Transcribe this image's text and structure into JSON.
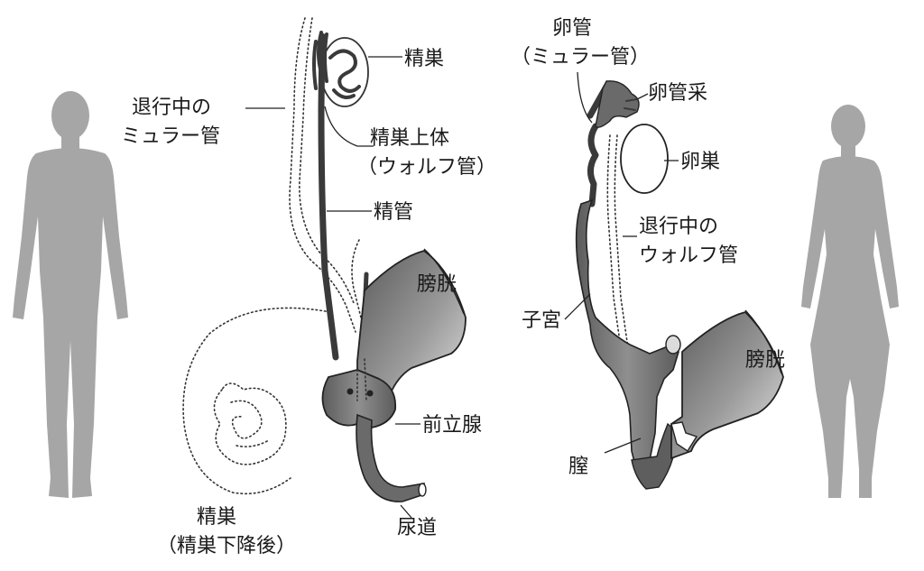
{
  "labels": {
    "testis": "精巣",
    "regressing_mullerian_1": "退行中の",
    "regressing_mullerian_2": "ミュラー管",
    "epididymis_1": "精巣上体",
    "epididymis_2": "（ウォルフ管）",
    "vas_deferens": "精管",
    "bladder_male": "膀胱",
    "prostate": "前立腺",
    "urethra": "尿道",
    "testis_descended_1": "精巣",
    "testis_descended_2": "（精巣下降後）",
    "oviduct_1": "卵管",
    "oviduct_2": "（ミュラー管）",
    "fimbria": "卵管采",
    "ovary": "卵巣",
    "regressing_wolffian_1": "退行中の",
    "regressing_wolffian_2": "ウォルフ管",
    "uterus": "子宮",
    "bladder_female": "膀胱",
    "vagina": "膣"
  },
  "colors": {
    "silhouette": "#a6a6a6",
    "duct": "#3a3a3a",
    "organ_shade": "#8c8c8c"
  },
  "icons": [
    "male-silhouette-icon",
    "female-silhouette-icon"
  ]
}
